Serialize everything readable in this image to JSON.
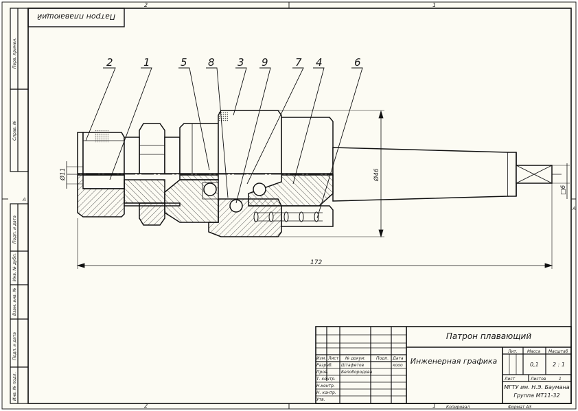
{
  "top_zones": [
    "2",
    "1"
  ],
  "bottom_zones": [
    "2",
    "1"
  ],
  "side_zone_left": "A",
  "side_zone_right": "A",
  "mirrored_title": "Патрон плавающий",
  "left_strip": {
    "top_boxes": [
      "Перв. примен.",
      "Справ. №"
    ],
    "bottom_boxes": [
      "Подп. и дата",
      "Инв. № дубл.",
      "Взам. инв. №",
      "Подп. и дата",
      "Инв. № подл."
    ]
  },
  "callouts": [
    "2",
    "1",
    "5",
    "8",
    "3",
    "9",
    "7",
    "4",
    "6"
  ],
  "dimensions": {
    "dia_left": "Ø11",
    "dia_right": "Ø46",
    "length": "172",
    "square": "□6"
  },
  "title_block": {
    "product_name": "Патрон плавающий",
    "subject": "Инженерная графика",
    "org_line1": "МГТУ им. Н.Э. Баумана",
    "org_line2": "Группа МТ11-32",
    "col_headers": [
      "Изм.",
      "Лист",
      "№ докум.",
      "Подп.",
      "Дата"
    ],
    "row_labels": [
      "Разраб.",
      "Пров.",
      "Т. контр.",
      "Н.контр.",
      "Н. контр.",
      "Утв."
    ],
    "developer": "Штафетов",
    "checker": "Белобородова",
    "date_value": "кооо",
    "lit_label": "Лит.",
    "mass_label": "Масса",
    "scale_label": "Масштаб",
    "mass_value": "0,1",
    "scale_value": "2 : 1",
    "sheet_label": "Лист",
    "sheets_label": "Листов",
    "sheets_value": "1"
  },
  "footer": {
    "copied": "Копировал",
    "format": "Формат А3"
  }
}
